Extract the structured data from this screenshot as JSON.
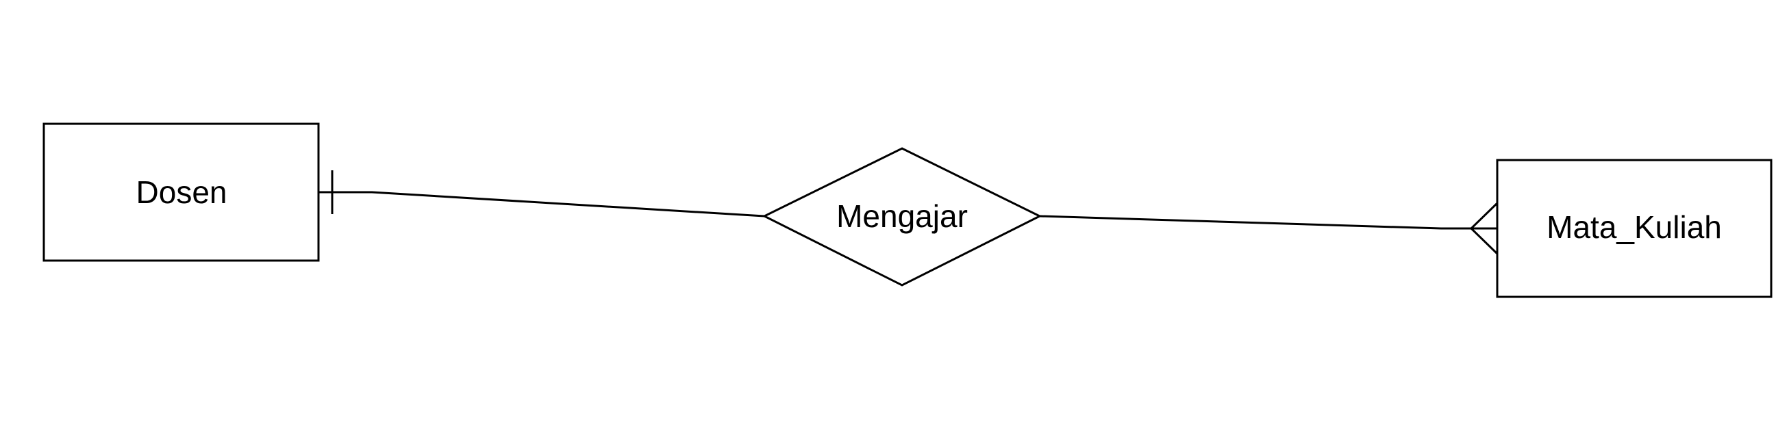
{
  "diagram": {
    "type": "er-diagram",
    "entities": [
      {
        "id": "dosen",
        "label": "Dosen"
      },
      {
        "id": "mata_kuliah",
        "label": "Mata_Kuliah"
      }
    ],
    "relationships": [
      {
        "id": "mengajar",
        "label": "Mengajar"
      }
    ],
    "connections": [
      {
        "from": "dosen",
        "to": "mengajar",
        "cardinality_at_dosen": "one"
      },
      {
        "from": "mengajar",
        "to": "mata_kuliah",
        "cardinality_at_mata_kuliah": "many"
      }
    ]
  }
}
